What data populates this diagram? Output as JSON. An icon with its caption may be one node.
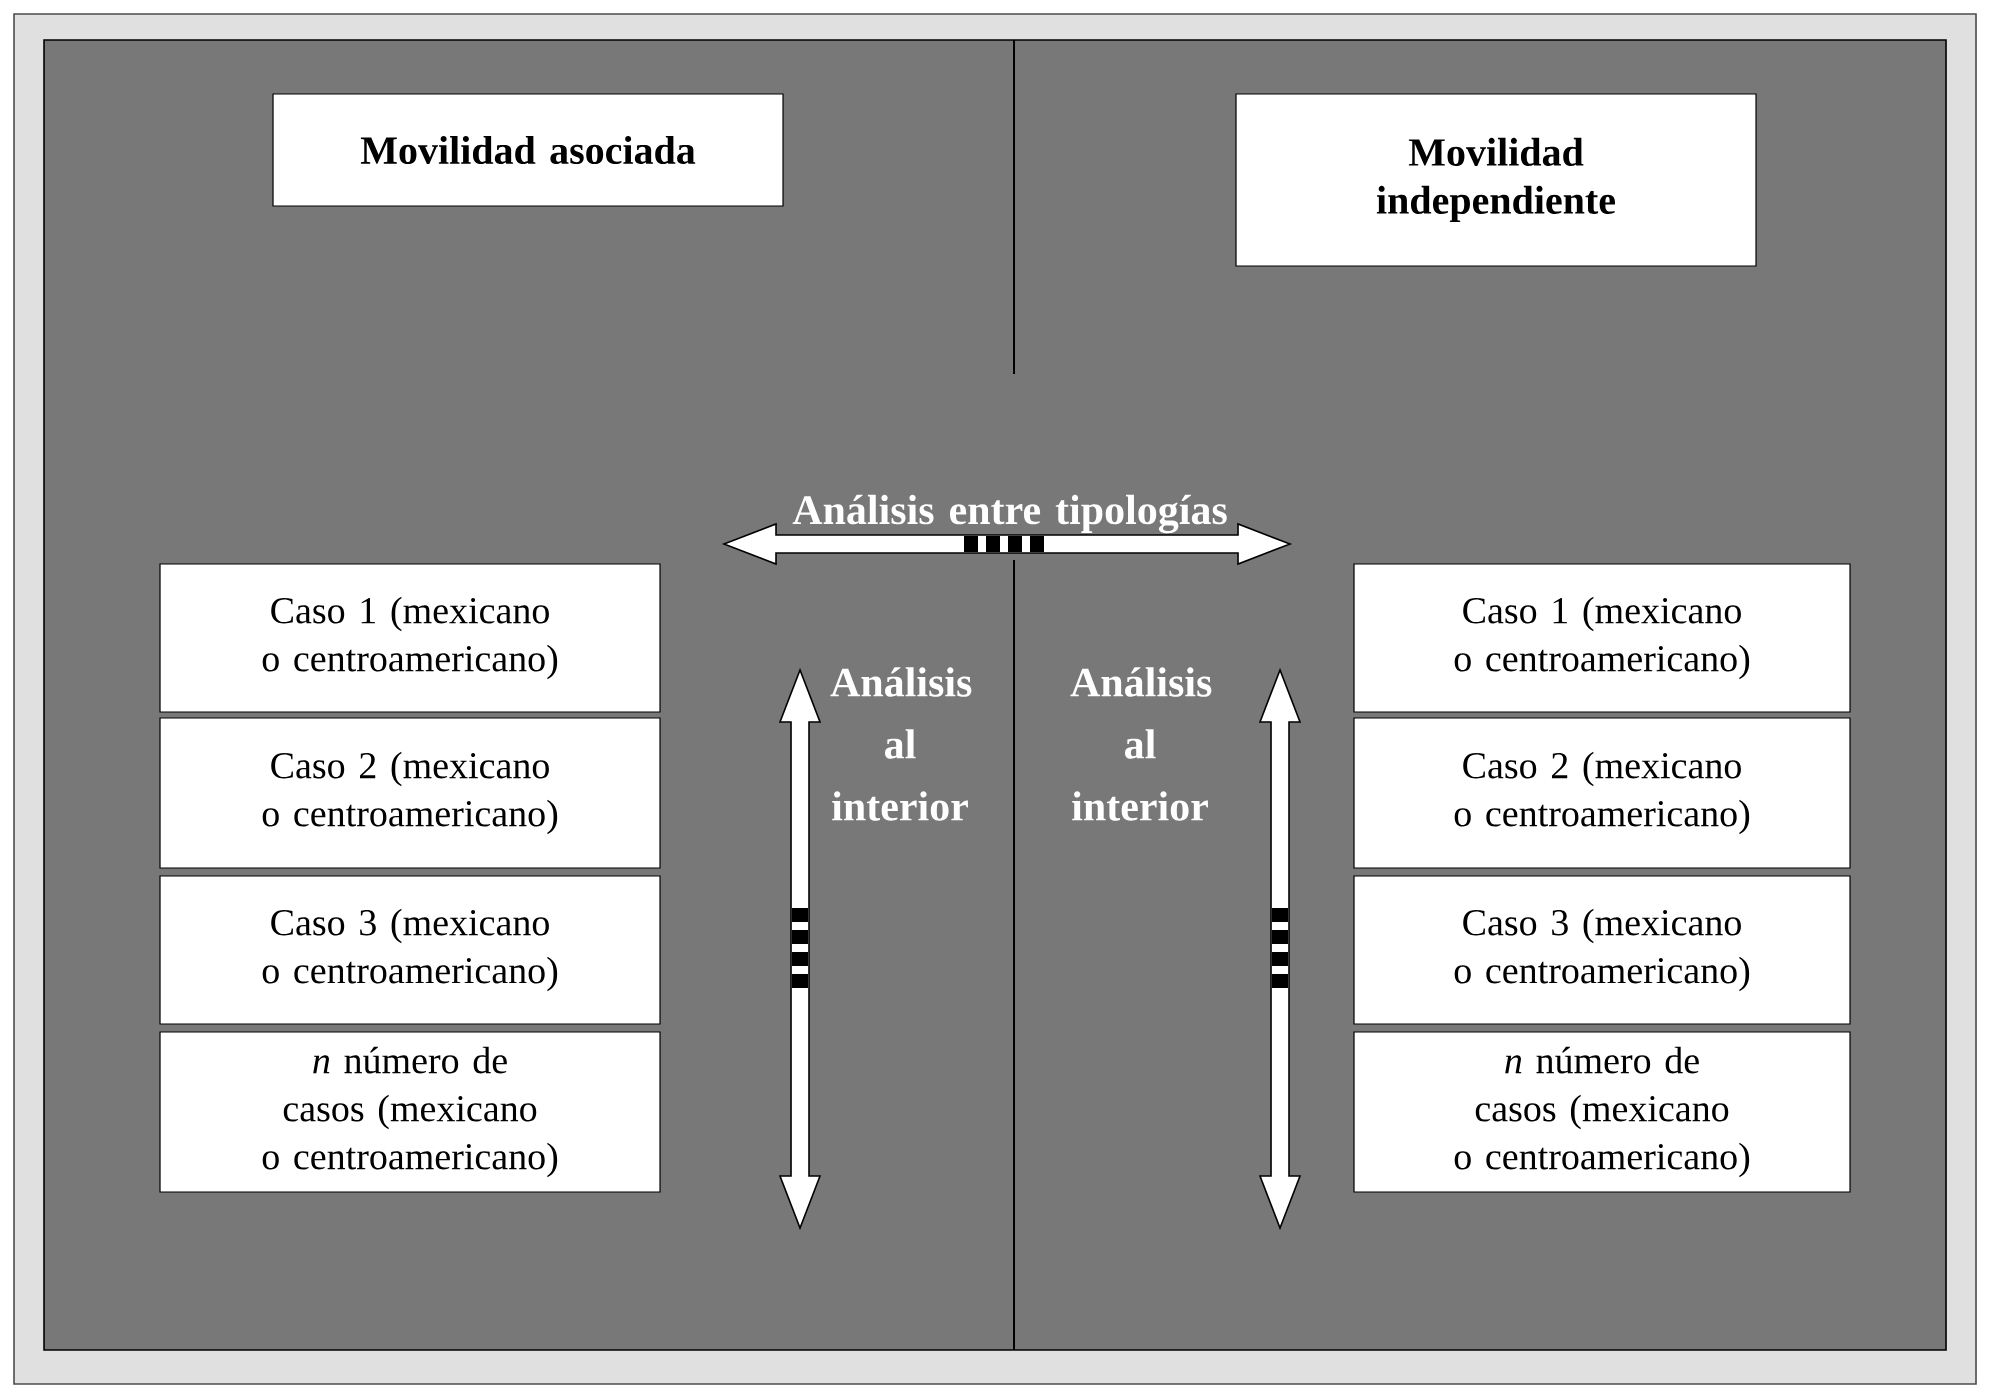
{
  "diagram": {
    "nodes": [
      {
        "text": [
          "Movilidad asociada"
        ]
      },
      {
        "text": [
          "Movilidad independiente"
        ]
      },
      {
        "text": [
          "Caso 1 (mexicano o centroamericano)"
        ]
      },
      {
        "text": [
          "Caso 2 (mexicano o centroamericano)"
        ]
      },
      {
        "text": [
          "Caso 3 (mexicano o centroamericano)"
        ]
      },
      {
        "text": [
          "*n* número de casos (mexicano o centroamericano)"
        ]
      },
      {
        "text": [
          "Caso 1 (mexicano o centroamericano)"
        ]
      },
      {
        "text": [
          "Caso 2 (mexicano o centroamericano)"
        ]
      },
      {
        "text": [
          "Caso 3 (mexicano o centroamericano)"
        ]
      },
      {
        "text": [
          "*n* número de casos (mexicano o centroamericano)"
        ]
      }
    ],
    "labels": [
      "Análisis entre tipologías",
      "Análisis al interior",
      "Análisis al interior"
    ]
  }
}
